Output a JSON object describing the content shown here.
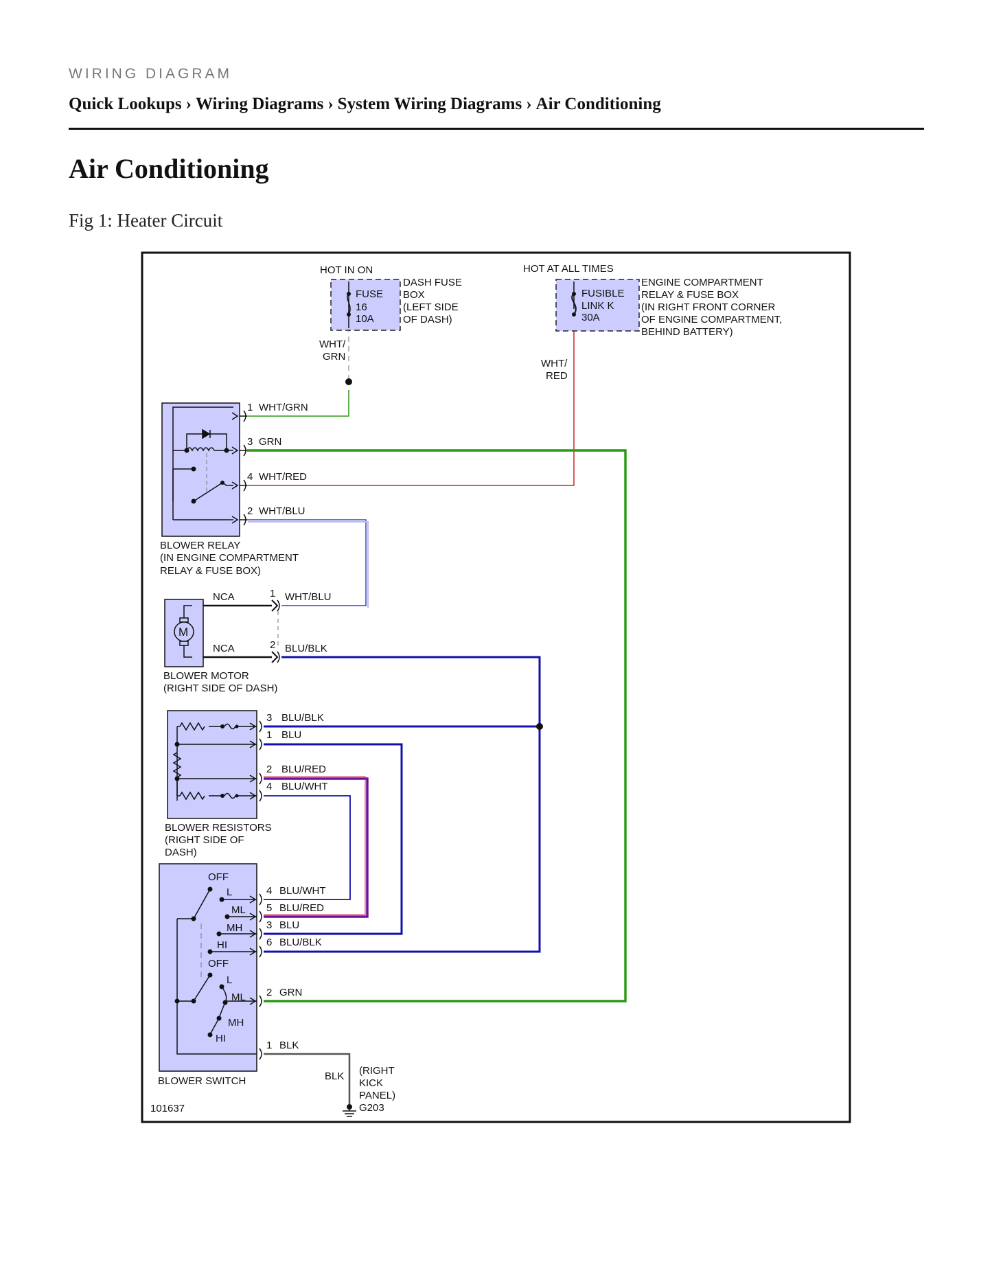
{
  "header": {
    "kicker": "WIRING DIAGRAM",
    "breadcrumb": [
      "Quick Lookups",
      "Wiring Diagrams",
      "System Wiring Diagrams",
      "Air Conditioning"
    ],
    "separator": "›"
  },
  "page": {
    "title": "Air Conditioning",
    "figure_caption": "Fig 1: Heater Circuit"
  },
  "diagram": {
    "figure_number": "101637",
    "colors": {
      "component_fill": "#ccccff",
      "green_wire": "#2a9a12",
      "blue_wire": "#1111aa",
      "red_wire": "#cc2222",
      "purple_wire": "#6a11a0",
      "black_wire": "#555555"
    },
    "power": {
      "hot_in_on": "HOT IN ON",
      "hot_at_all_times": "HOT AT ALL TIMES",
      "fuse": [
        "FUSE",
        "16",
        "10A"
      ],
      "dash_fuse_box": [
        "DASH FUSE",
        "BOX",
        "(LEFT SIDE",
        "OF DASH)"
      ],
      "fusible_link": [
        "FUSIBLE",
        "LINK K",
        "30A"
      ],
      "engine_box": [
        "ENGINE COMPARTMENT",
        "RELAY & FUSE BOX",
        "(IN RIGHT FRONT CORNER",
        "OF ENGINE COMPARTMENT,",
        "BEHIND BATTERY)"
      ],
      "fuse_wire": [
        "WHT/",
        "GRN"
      ],
      "link_wire": [
        "WHT/",
        "RED"
      ]
    },
    "blower_relay": {
      "label": [
        "BLOWER RELAY",
        "(IN ENGINE COMPARTMENT",
        "RELAY & FUSE BOX)"
      ],
      "pins": [
        {
          "pin": "1",
          "wire": "WHT/GRN"
        },
        {
          "pin": "3",
          "wire": "GRN"
        },
        {
          "pin": "4",
          "wire": "WHT/RED"
        },
        {
          "pin": "2",
          "wire": "WHT/BLU"
        }
      ]
    },
    "blower_motor": {
      "label": [
        "BLOWER MOTOR",
        "(RIGHT SIDE OF DASH)"
      ],
      "symbol": "M",
      "pins": [
        {
          "pin": "1",
          "nca": "NCA",
          "wire": "WHT/BLU"
        },
        {
          "pin": "2",
          "nca": "NCA",
          "wire": "BLU/BLK"
        }
      ]
    },
    "blower_resistors": {
      "label": [
        "BLOWER RESISTORS",
        "(RIGHT SIDE OF",
        "DASH)"
      ],
      "pins": [
        {
          "pin": "3",
          "wire": "BLU/BLK"
        },
        {
          "pin": "1",
          "wire": "BLU"
        },
        {
          "pin": "2",
          "wire": "BLU/RED"
        },
        {
          "pin": "4",
          "wire": "BLU/WHT"
        }
      ]
    },
    "blower_switch": {
      "label": "BLOWER SWITCH",
      "positions_top": [
        "OFF",
        "L",
        "ML",
        "MH",
        "HI"
      ],
      "positions_bottom": [
        "OFF",
        "L",
        "ML",
        "MH",
        "HI"
      ],
      "pins": [
        {
          "pin": "4",
          "wire": "BLU/WHT"
        },
        {
          "pin": "5",
          "wire": "BLU/RED"
        },
        {
          "pin": "3",
          "wire": "BLU"
        },
        {
          "pin": "6",
          "wire": "BLU/BLK"
        },
        {
          "pin": "2",
          "wire": "GRN"
        },
        {
          "pin": "1",
          "wire": "BLK"
        }
      ]
    },
    "ground": {
      "wire": "BLK",
      "location": [
        "(RIGHT",
        "KICK",
        "PANEL)"
      ],
      "id": "G203"
    }
  }
}
